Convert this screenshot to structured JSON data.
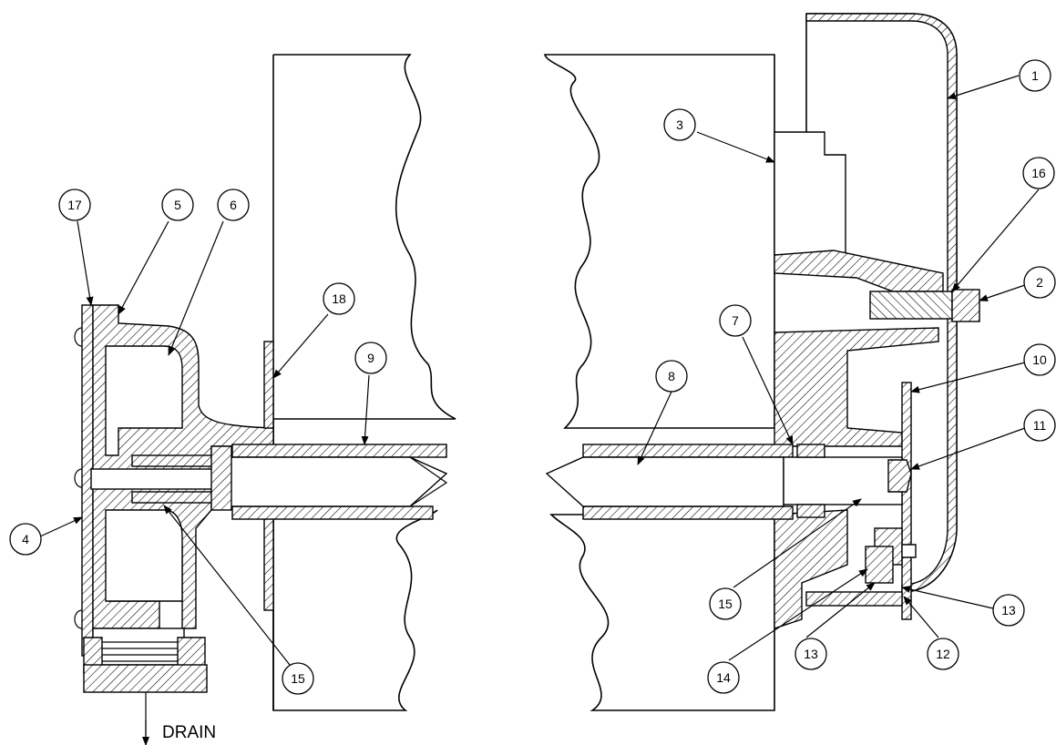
{
  "callouts": {
    "c1": "1",
    "c2": "2",
    "c3": "3",
    "c4": "4",
    "c5": "5",
    "c6": "6",
    "c7": "7",
    "c8": "8",
    "c9": "9",
    "c10": "10",
    "c11": "11",
    "c12": "12",
    "c13a": "13",
    "c13b": "13",
    "c14": "14",
    "c15a": "15",
    "c15b": "15",
    "c16": "16",
    "c17": "17",
    "c18": "18"
  },
  "drain_label": "DRAIN",
  "colors": {
    "line": "#000000",
    "background": "#ffffff"
  }
}
